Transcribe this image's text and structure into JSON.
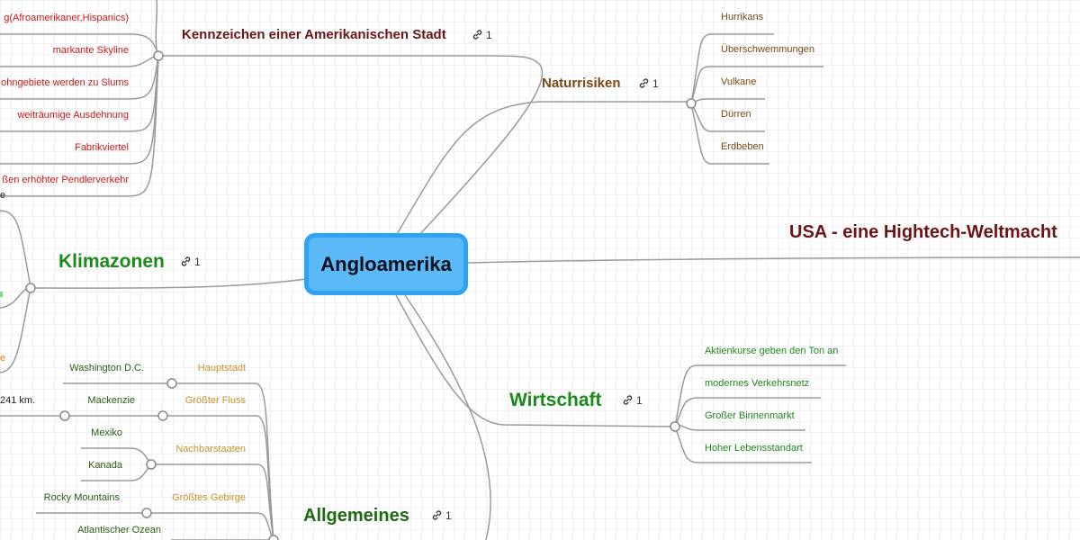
{
  "root": {
    "label": "Angloamerika"
  },
  "branches": {
    "kennzeichen": {
      "label": "Kennzeichen einer Amerikanischen Stadt",
      "link_count": "1",
      "items": [
        "g(Afroamerikaner,Hispanics)",
        "markante Skyline",
        "ohngebiete werden zu Slums",
        "weiträumige Ausdehnung",
        "Fabrikviertel",
        "ßen erhöhter Pendlerverkehr"
      ],
      "stub": "e"
    },
    "naturrisiken": {
      "label": "Naturrisiken",
      "link_count": "1",
      "items": [
        "Hurrikans",
        "Überschwemmungen",
        "Vulkane",
        "Dürren",
        "Erdbeben"
      ]
    },
    "hightech": {
      "label": "USA - eine Hightech-Weltmacht"
    },
    "klimazonen": {
      "label": "Klimazonen",
      "link_count": "1",
      "stub_bottom": "e"
    },
    "wirtschaft": {
      "label": "Wirtschaft",
      "link_count": "1",
      "items": [
        "Aktienkurse geben den Ton an",
        "modernes Verkehrsnetz",
        "Großer Binnenmarkt",
        "Hoher Lebensstandart"
      ]
    },
    "allgemeines": {
      "label": "Allgemeines",
      "link_count": "1",
      "groups": [
        {
          "label": "Hauptstadt",
          "children": [
            "Washington D.C."
          ]
        },
        {
          "label": "Größter Fluss",
          "children": [
            "Mackenzie"
          ],
          "grandchild": "241 km."
        },
        {
          "label": "Nachbarstaaten",
          "children": [
            "Mexiko",
            "Kanada"
          ]
        },
        {
          "label": "Größtes Gebirge",
          "children": [
            "Rocky Mountains"
          ]
        },
        {
          "label": "",
          "children": [
            "Atlantischer Ozean"
          ]
        }
      ]
    }
  },
  "colors": {
    "root_fill": "#5bb9f8",
    "root_border": "#2ea3f2",
    "connector": "#9a9a9a",
    "title_dark_red": "#6b1416",
    "naturrisiken_brown": "#7a4a14",
    "item_red": "#d01616",
    "klimazonen_green": "#1b8a1b",
    "allgemeines_gold": "#c9922c"
  },
  "icons": {
    "link": "link-icon",
    "collapse": "collapse-node-icon"
  }
}
